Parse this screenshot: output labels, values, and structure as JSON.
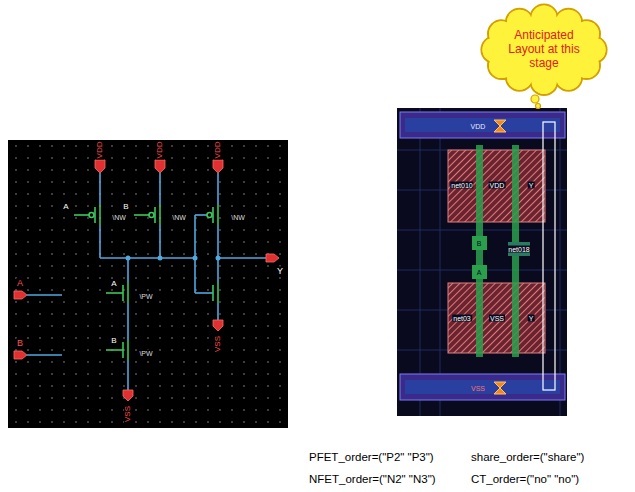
{
  "diagram": {
    "nodes": [
      {
        "text": [
          "Anticipated Layout at this stage"
        ]
      }
    ],
    "labels": [
      "VDD",
      "VDD",
      "VDD",
      "A",
      "\\NW",
      "B",
      "\\NW",
      "\\NW",
      "A",
      "\\PW",
      "B",
      "\\PW",
      "Y",
      "A",
      "B",
      "VSS",
      "VSS",
      "VDD",
      "net010",
      "VDD",
      "Y",
      "B",
      "net018",
      "A",
      "net03",
      "VSS",
      "Y",
      "VSS",
      "PFET_order=(\"P2\" \"P3\")",
      "share_order=(\"share\")",
      "NFET_order=(\"N2\" \"N3\")",
      "CT_order=(\"no\" \"no\")"
    ]
  }
}
